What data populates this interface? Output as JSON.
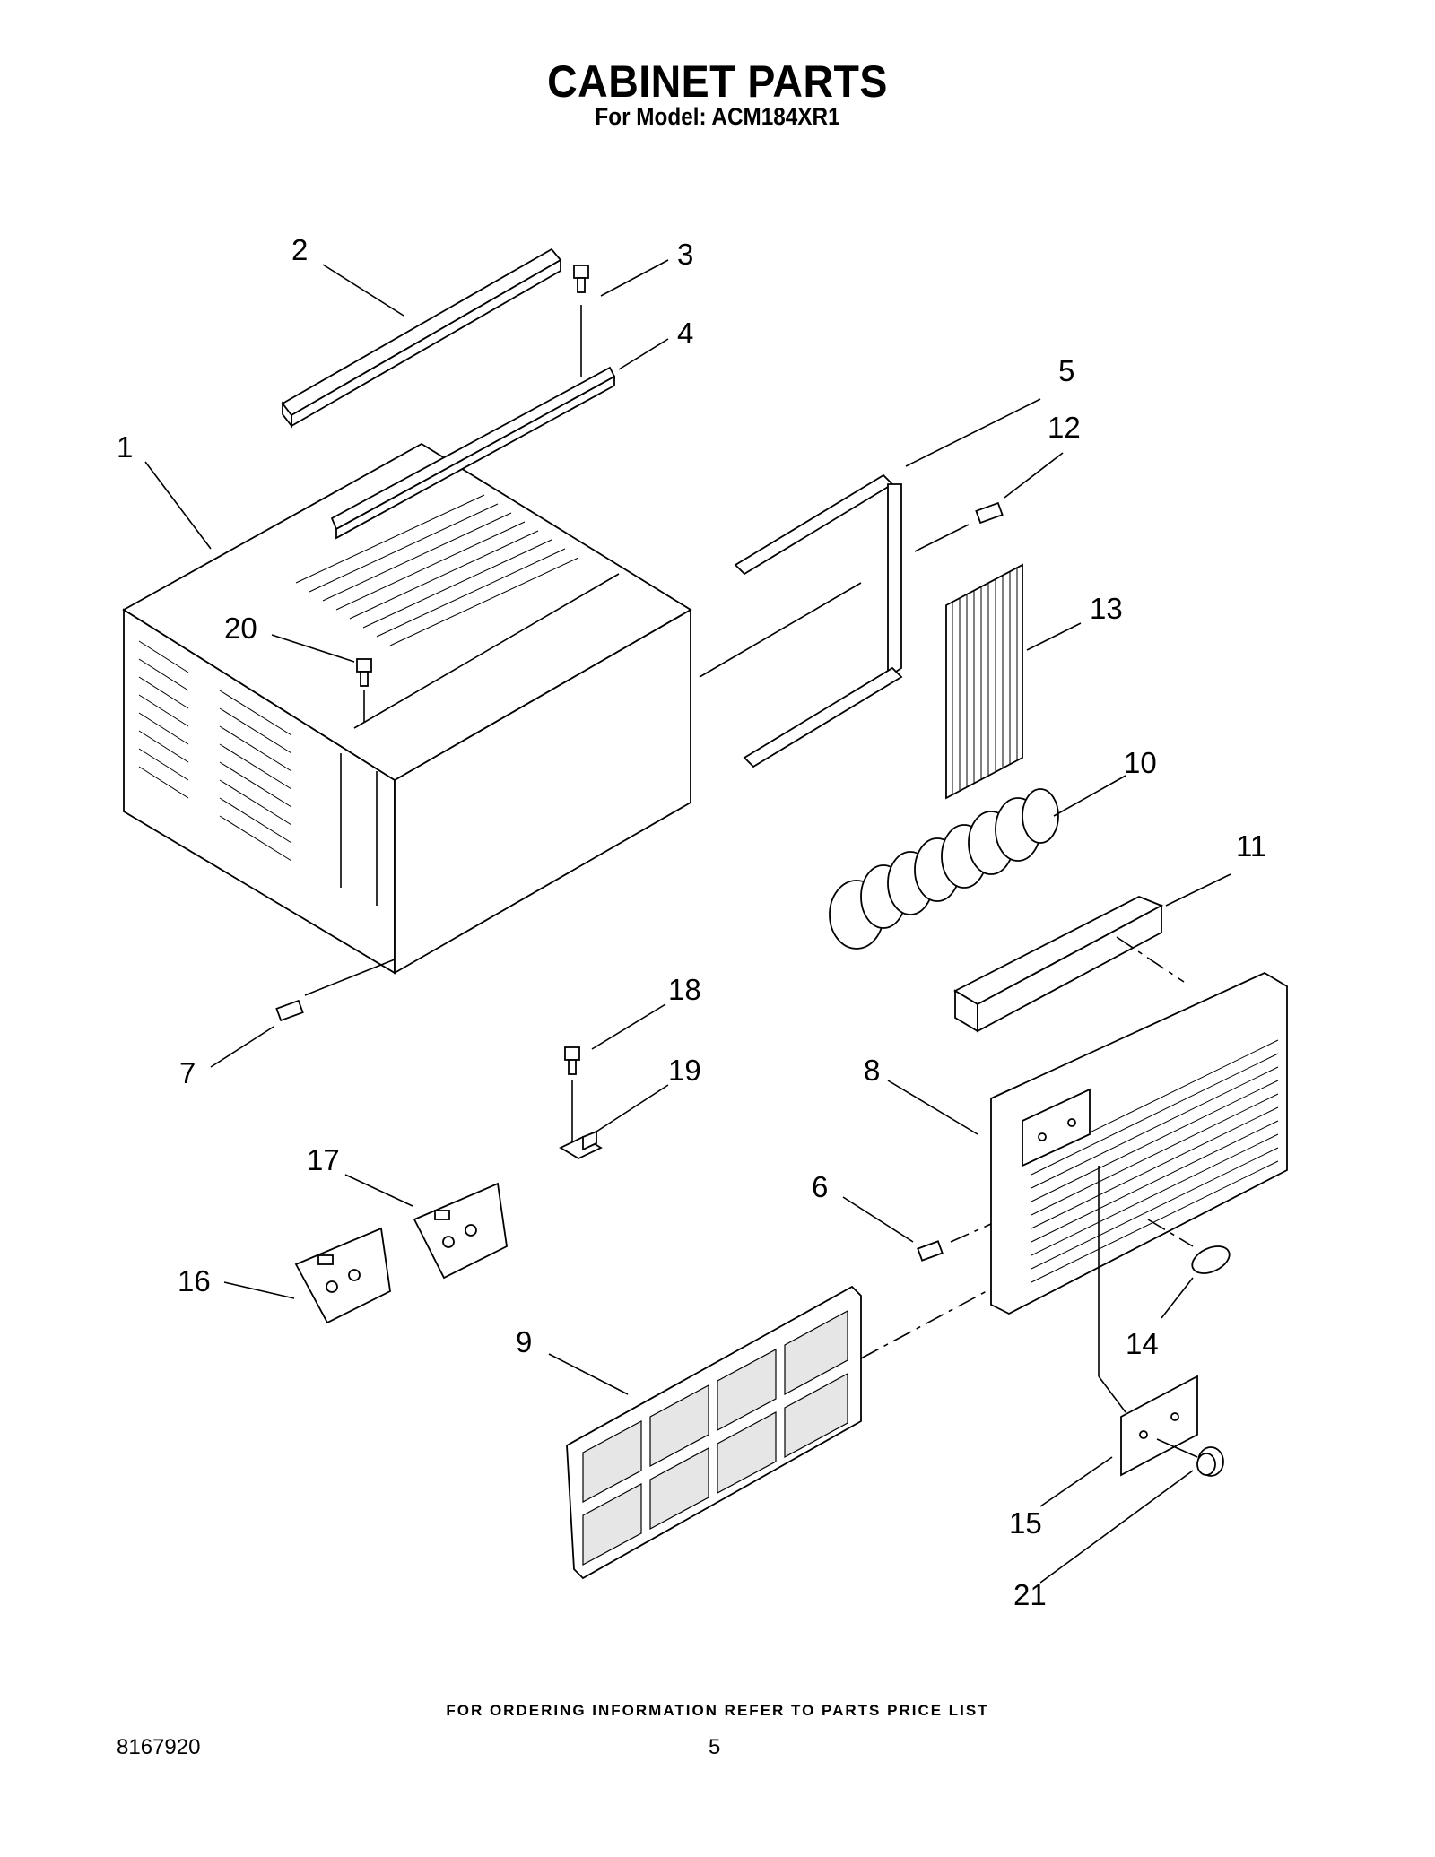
{
  "header": {
    "title": "CABINET PARTS",
    "subtitle": "For Model: ACM184XR1"
  },
  "footer": {
    "ordering_note": "FOR ORDERING INFORMATION REFER TO PARTS PRICE LIST",
    "document_number": "8167920",
    "page_number": "5"
  },
  "callouts": [
    "1",
    "2",
    "3",
    "4",
    "5",
    "6",
    "7",
    "8",
    "9",
    "10",
    "11",
    "12",
    "13",
    "14",
    "15",
    "16",
    "17",
    "18",
    "19",
    "20",
    "21"
  ]
}
